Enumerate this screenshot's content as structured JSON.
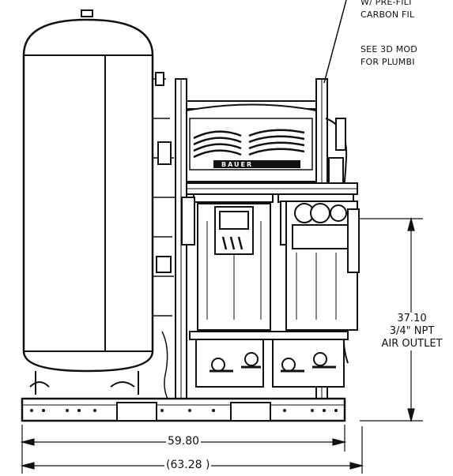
{
  "notes": {
    "line1": "W/ PRE-FILT",
    "line2": "CARBON FIL",
    "line3": "SEE 3D MOD",
    "line4": "FOR PLUMBI"
  },
  "dimensions": {
    "width_inner": "59.80",
    "width_outer": "(63.28 )",
    "height_value": "37.10",
    "height_desc1": "3/4\" NPT",
    "height_desc2": "AIR OUTLET"
  },
  "equipment": {
    "logo_text": "BAUER"
  }
}
